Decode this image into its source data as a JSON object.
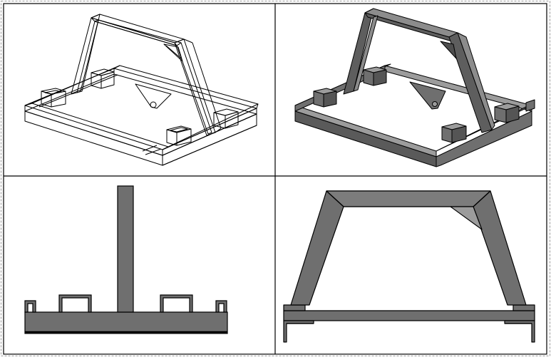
{
  "sheet": {
    "border_color": "#9a9a9a",
    "grid_color": "#000000",
    "line_color": "#000000",
    "shade_fill": "#6f6f6f",
    "shade_dark": "#4e4e4e",
    "shade_light": "#9c9c9c",
    "panels": [
      {
        "view": "isometric",
        "style": "wireframe"
      },
      {
        "view": "isometric",
        "style": "shaded"
      },
      {
        "view": "side",
        "style": "shaded"
      },
      {
        "view": "front",
        "style": "shaded"
      }
    ]
  }
}
